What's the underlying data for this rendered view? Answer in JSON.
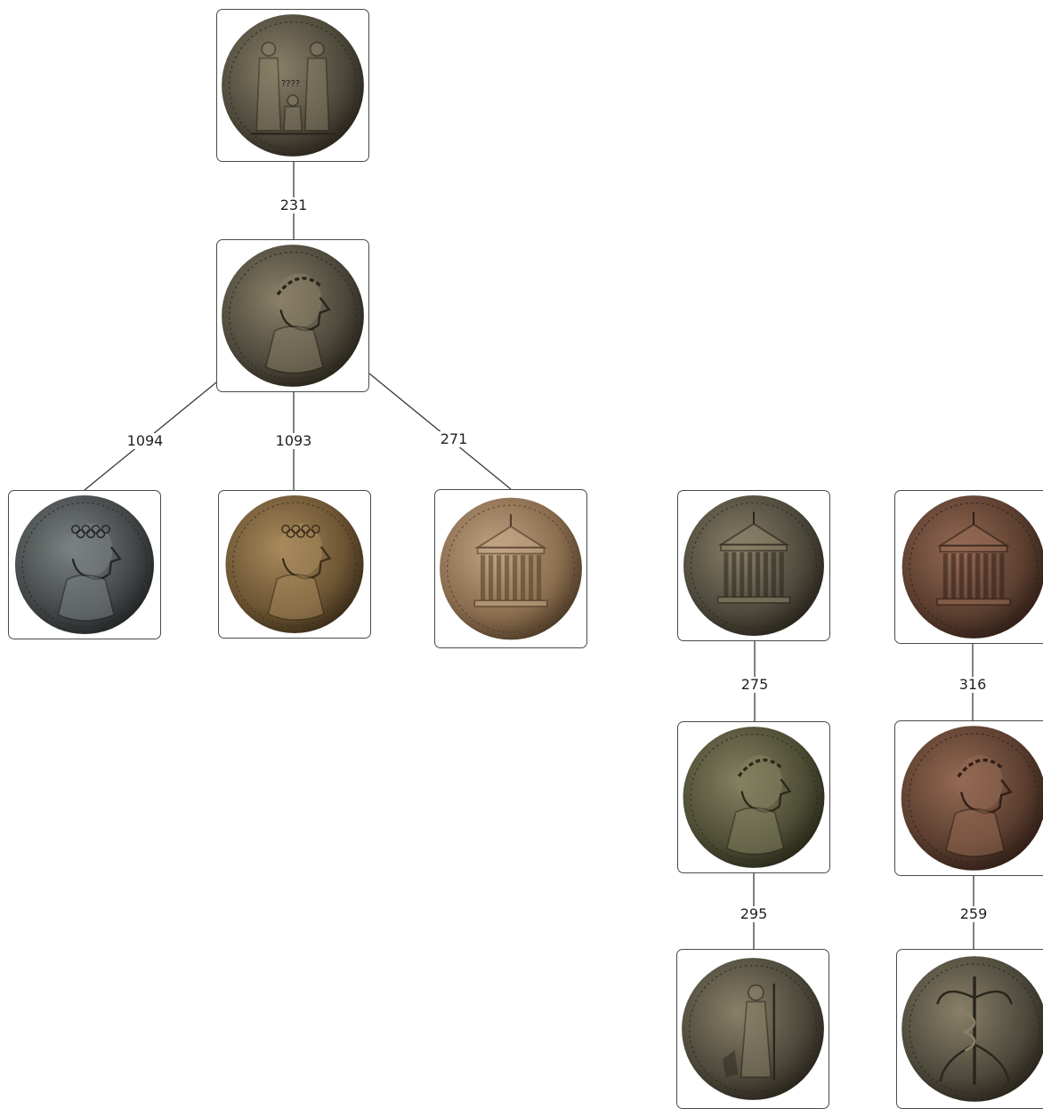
{
  "diagram": {
    "type": "coin die-link tree",
    "nodes": [
      {
        "id": "n1",
        "side": "reverse",
        "motif": "figures-group",
        "tone": "dark",
        "note": "????"
      },
      {
        "id": "n2",
        "side": "obverse",
        "motif": "laureate-bust",
        "tone": "dark"
      },
      {
        "id": "n3",
        "side": "obverse",
        "motif": "young-bust",
        "tone": "slate"
      },
      {
        "id": "n4",
        "side": "obverse",
        "motif": "young-bust",
        "tone": "bronze"
      },
      {
        "id": "n5",
        "side": "reverse",
        "motif": "temple",
        "tone": "light"
      },
      {
        "id": "n6",
        "side": "reverse",
        "motif": "temple",
        "tone": "dark"
      },
      {
        "id": "n7",
        "side": "reverse",
        "motif": "temple",
        "tone": "red"
      },
      {
        "id": "n8",
        "side": "obverse",
        "motif": "laureate-bust",
        "tone": "green"
      },
      {
        "id": "n9",
        "side": "obverse",
        "motif": "laureate-bust",
        "tone": "red"
      },
      {
        "id": "n10",
        "side": "reverse",
        "motif": "standing-figure",
        "tone": "dark"
      },
      {
        "id": "n11",
        "side": "reverse",
        "motif": "winged-caduceus",
        "tone": "dark"
      }
    ],
    "edges": [
      {
        "from": "n1",
        "to": "n2",
        "label": "231"
      },
      {
        "from": "n2",
        "to": "n3",
        "label": "1094"
      },
      {
        "from": "n2",
        "to": "n4",
        "label": "1093"
      },
      {
        "from": "n2",
        "to": "n5",
        "label": "271"
      },
      {
        "from": "n6",
        "to": "n8",
        "label": "275"
      },
      {
        "from": "n7",
        "to": "n9",
        "label": "316"
      },
      {
        "from": "n8",
        "to": "n10",
        "label": "295"
      },
      {
        "from": "n9",
        "to": "n11",
        "label": "259"
      }
    ],
    "tones": {
      "dark": {
        "base": "#4e4a3c",
        "light": "#8a8068",
        "edge": "#2a261d"
      },
      "slate": {
        "base": "#45494a",
        "light": "#7c8282",
        "edge": "#242727"
      },
      "bronze": {
        "base": "#6e5634",
        "light": "#a88a5c",
        "edge": "#3d2e1a"
      },
      "light": {
        "base": "#8a6d4f",
        "light": "#c2a585",
        "edge": "#503c28"
      },
      "red": {
        "base": "#5c3f30",
        "light": "#946a54",
        "edge": "#311f17"
      },
      "green": {
        "base": "#4f4e36",
        "light": "#858262",
        "edge": "#2b2a1b"
      }
    }
  }
}
